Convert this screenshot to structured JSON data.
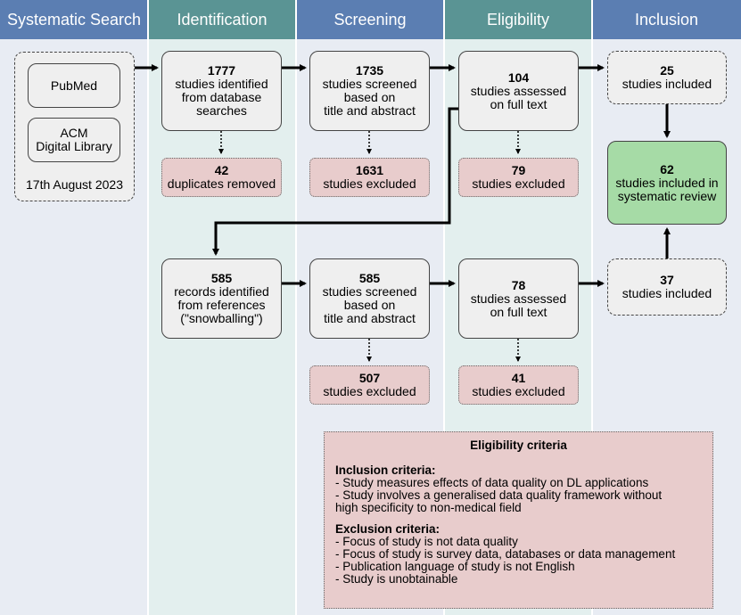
{
  "columns": [
    {
      "label": "Systematic Search",
      "head": "#5b7eb2",
      "bg": "#e8ecf3"
    },
    {
      "label": "Identification",
      "head": "#5a9494",
      "bg": "#e3efee"
    },
    {
      "label": "Screening",
      "head": "#5b7eb2",
      "bg": "#e8ecf3"
    },
    {
      "label": "Eligibility",
      "head": "#5a9494",
      "bg": "#e3efee"
    },
    {
      "label": "Inclusion",
      "head": "#5b7eb2",
      "bg": "#e8ecf3"
    }
  ],
  "search": {
    "source1": "PubMed",
    "source2_line1": "ACM",
    "source2_line2": "Digital Library",
    "date": "17th August 2023"
  },
  "row1": {
    "identified": {
      "num": "1777",
      "l1": "studies identified",
      "l2": "from database",
      "l3": "searches"
    },
    "duplicates": {
      "num": "42",
      "l1": "duplicates removed"
    },
    "screened": {
      "num": "1735",
      "l1": "studies screened",
      "l2": "based on",
      "l3": "title and abstract"
    },
    "screen_excluded": {
      "num": "1631",
      "l1": "studies excluded"
    },
    "assessed": {
      "num": "104",
      "l1": "studies assessed",
      "l2": "on full text"
    },
    "assess_excluded": {
      "num": "79",
      "l1": "studies excluded"
    },
    "included": {
      "num": "25",
      "l1": "studies included"
    }
  },
  "final": {
    "num": "62",
    "l1": "studies included in",
    "l2": "systematic review"
  },
  "row2": {
    "identified": {
      "num": "585",
      "l1": "records identified",
      "l2": "from references",
      "l3": "(\"snowballing\")"
    },
    "screened": {
      "num": "585",
      "l1": "studies screened",
      "l2": "based on",
      "l3": "title and abstract"
    },
    "screen_excluded": {
      "num": "507",
      "l1": "studies excluded"
    },
    "assessed": {
      "num": "78",
      "l1": "studies assessed",
      "l2": "on full text"
    },
    "assess_excluded": {
      "num": "41",
      "l1": "studies excluded"
    },
    "included": {
      "num": "37",
      "l1": "studies included"
    }
  },
  "criteria": {
    "title": "Eligibility criteria",
    "inclusion_title": "Inclusion criteria:",
    "inclusion": [
      "- Study measures effects of data quality on DL applications",
      "- Study involves a generalised data quality framework without",
      "high specificity to non-medical field"
    ],
    "exclusion_title": "Exclusion criteria:",
    "exclusion": [
      "- Focus of study is not data quality",
      "- Focus of study is survey data, databases or data management",
      "- Publication language of study is not English",
      "- Study is unobtainable"
    ]
  }
}
